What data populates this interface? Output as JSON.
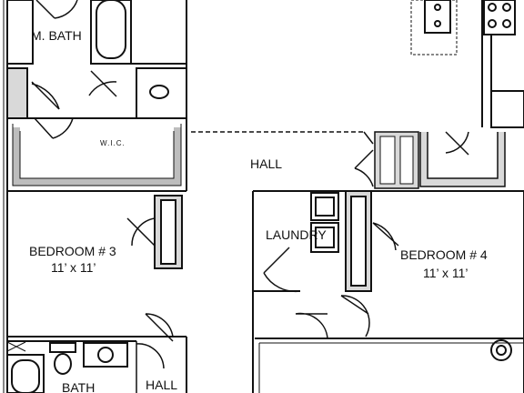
{
  "rooms": {
    "master_bath": "M. BATH",
    "wic": "W.I.C.",
    "hall_main": "HALL",
    "laundry": "LAUNDRY",
    "bedroom3_name": "BEDROOM # 3",
    "bedroom3_size": "11’ x 11’",
    "bedroom4_name": "BEDROOM # 4",
    "bedroom4_size": "11’ x 11’",
    "bath": "BATH",
    "hall_lower": "HALL"
  },
  "colors": {
    "wall_fill": "#d9d9d9",
    "line": "#111111",
    "background": "#ffffff"
  }
}
